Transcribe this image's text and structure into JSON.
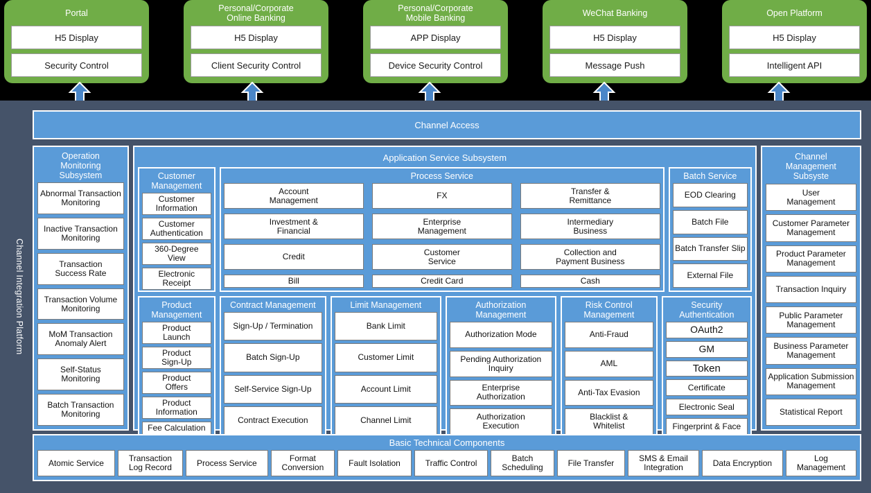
{
  "colors": {
    "green": "#70ad47",
    "blue": "#5a9bd8",
    "navy": "#455369",
    "white": "#ffffff",
    "black": "#000000"
  },
  "platform": {
    "label": "Channel Integration Platform"
  },
  "channels": [
    {
      "title": "Portal",
      "items": [
        "H5  Display",
        "Security Control"
      ]
    },
    {
      "title": "Personal/Corporate\nOnline Banking",
      "items": [
        "H5  Display",
        "Client Security Control"
      ]
    },
    {
      "title": "Personal/Corporate\nMobile Banking",
      "items": [
        "APP  Display",
        "Device Security Control"
      ]
    },
    {
      "title": "WeChat Banking",
      "items": [
        "H5  Display",
        "Message Push"
      ]
    },
    {
      "title": "Open Platform",
      "items": [
        "H5  Display",
        "Intelligent API"
      ]
    }
  ],
  "channel_access": {
    "label": "Channel Access"
  },
  "operation_monitoring": {
    "title": "Operation\nMonitoring\nSubsystem",
    "items": [
      "Abnormal Transaction\nMonitoring",
      "Inactive Transaction\nMonitoring",
      "Transaction\nSuccess Rate",
      "Transaction Volume\nMonitoring",
      "MoM Transaction\nAnomaly Alert",
      "Self-Status\nMonitoring",
      "Batch Transaction\nMonitoring"
    ]
  },
  "application_service": {
    "title": "Application Service Subsystem",
    "customer_management": {
      "title": "Customer\nManagement",
      "items": [
        "Customer\nInformation",
        "Customer\nAuthentication",
        "360-Degree\nView",
        "Electronic\nReceipt"
      ]
    },
    "process_service": {
      "title": "Process Service",
      "items": [
        "Account\nManagement",
        "FX",
        "Transfer  &\nRemittance",
        "Investment &\nFinancial",
        "Enterprise\nManagement",
        "Intermediary\nBusiness",
        "Credit",
        "Customer\nService",
        "Collection and\nPayment Business",
        "Bill",
        "Credit Card",
        "Cash"
      ]
    },
    "batch_service": {
      "title": "Batch Service",
      "items": [
        "EOD Clearing",
        "Batch File",
        "Batch Transfer Slip",
        "External File"
      ]
    },
    "product_management": {
      "title": "Product\nManagement",
      "items": [
        "Product\nLaunch",
        "Product\nSign-Up",
        "Product\nOffers",
        "Product\nInformation",
        "Fee Calculation"
      ]
    },
    "contract_management": {
      "title": "Contract Management",
      "items": [
        "Sign-Up / Termination",
        "Batch Sign-Up",
        "Self-Service Sign-Up",
        "Contract Execution"
      ]
    },
    "limit_management": {
      "title": "Limit Management",
      "items": [
        "Bank Limit",
        "Customer Limit",
        "Account Limit",
        "Channel Limit"
      ]
    },
    "authorization_management": {
      "title": "Authorization\nManagement",
      "items": [
        "Authorization Mode",
        "Pending Authorization\nInquiry",
        "Enterprise\nAuthorization",
        "Authorization\nExecution"
      ]
    },
    "risk_control_management": {
      "title": "Risk Control\nManagement",
      "items": [
        "Anti-Fraud",
        "AML",
        "Anti-Tax Evasion",
        "Blacklist &\nWhitelist"
      ]
    },
    "security_authentication": {
      "title": "Security\nAuthentication",
      "items": [
        "OAuth2",
        "GM",
        "Token",
        "Certificate",
        "Electronic Seal",
        "Fingerprint & Face"
      ]
    }
  },
  "channel_management": {
    "title": "Channel\nManagement\nSubsyste",
    "items": [
      "User\nManagement",
      "Customer Parameter\nManagement",
      "Product Parameter\nManagement",
      "Transaction Inquiry",
      "Public Parameter\nManagement",
      "Business Parameter\nManagement",
      "Application Submission\nManagement",
      "Statistical Report"
    ]
  },
  "basic_technical_components": {
    "title": "Basic Technical Components",
    "items": [
      "Atomic Service",
      "Transaction\nLog Record",
      "Process Service",
      "Format\nConversion",
      "Fault Isolation",
      "Traffic Control",
      "Batch\nScheduling",
      "File Transfer",
      "SMS & Email\nIntegration",
      "Data Encryption",
      "Log\nManagement"
    ]
  }
}
